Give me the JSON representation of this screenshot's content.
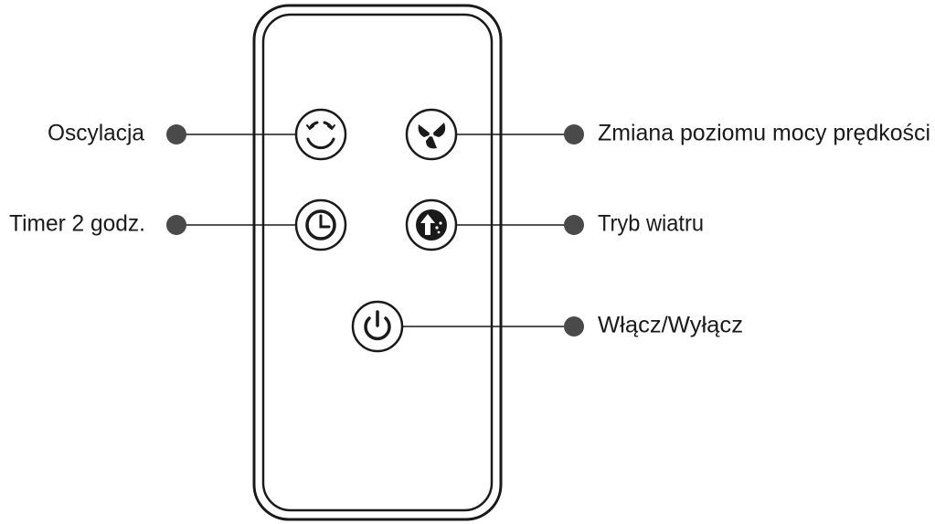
{
  "labels": {
    "oscillation": "Oscylacja",
    "speed": "Zmiana poziomu mocy prędkości",
    "timer": "Timer 2 godz.",
    "wind_mode": "Tryb wiatru",
    "power": "Włącz/Wyłącz"
  },
  "icons": {
    "oscillation": "oscillation-icon",
    "speed": "fan-icon",
    "timer": "clock-icon",
    "wind_mode": "wind-mode-icon",
    "power": "power-icon"
  },
  "colors": {
    "line": "#1a1a1a",
    "dot": "#4a4a4a",
    "text": "#1a1a1a"
  }
}
